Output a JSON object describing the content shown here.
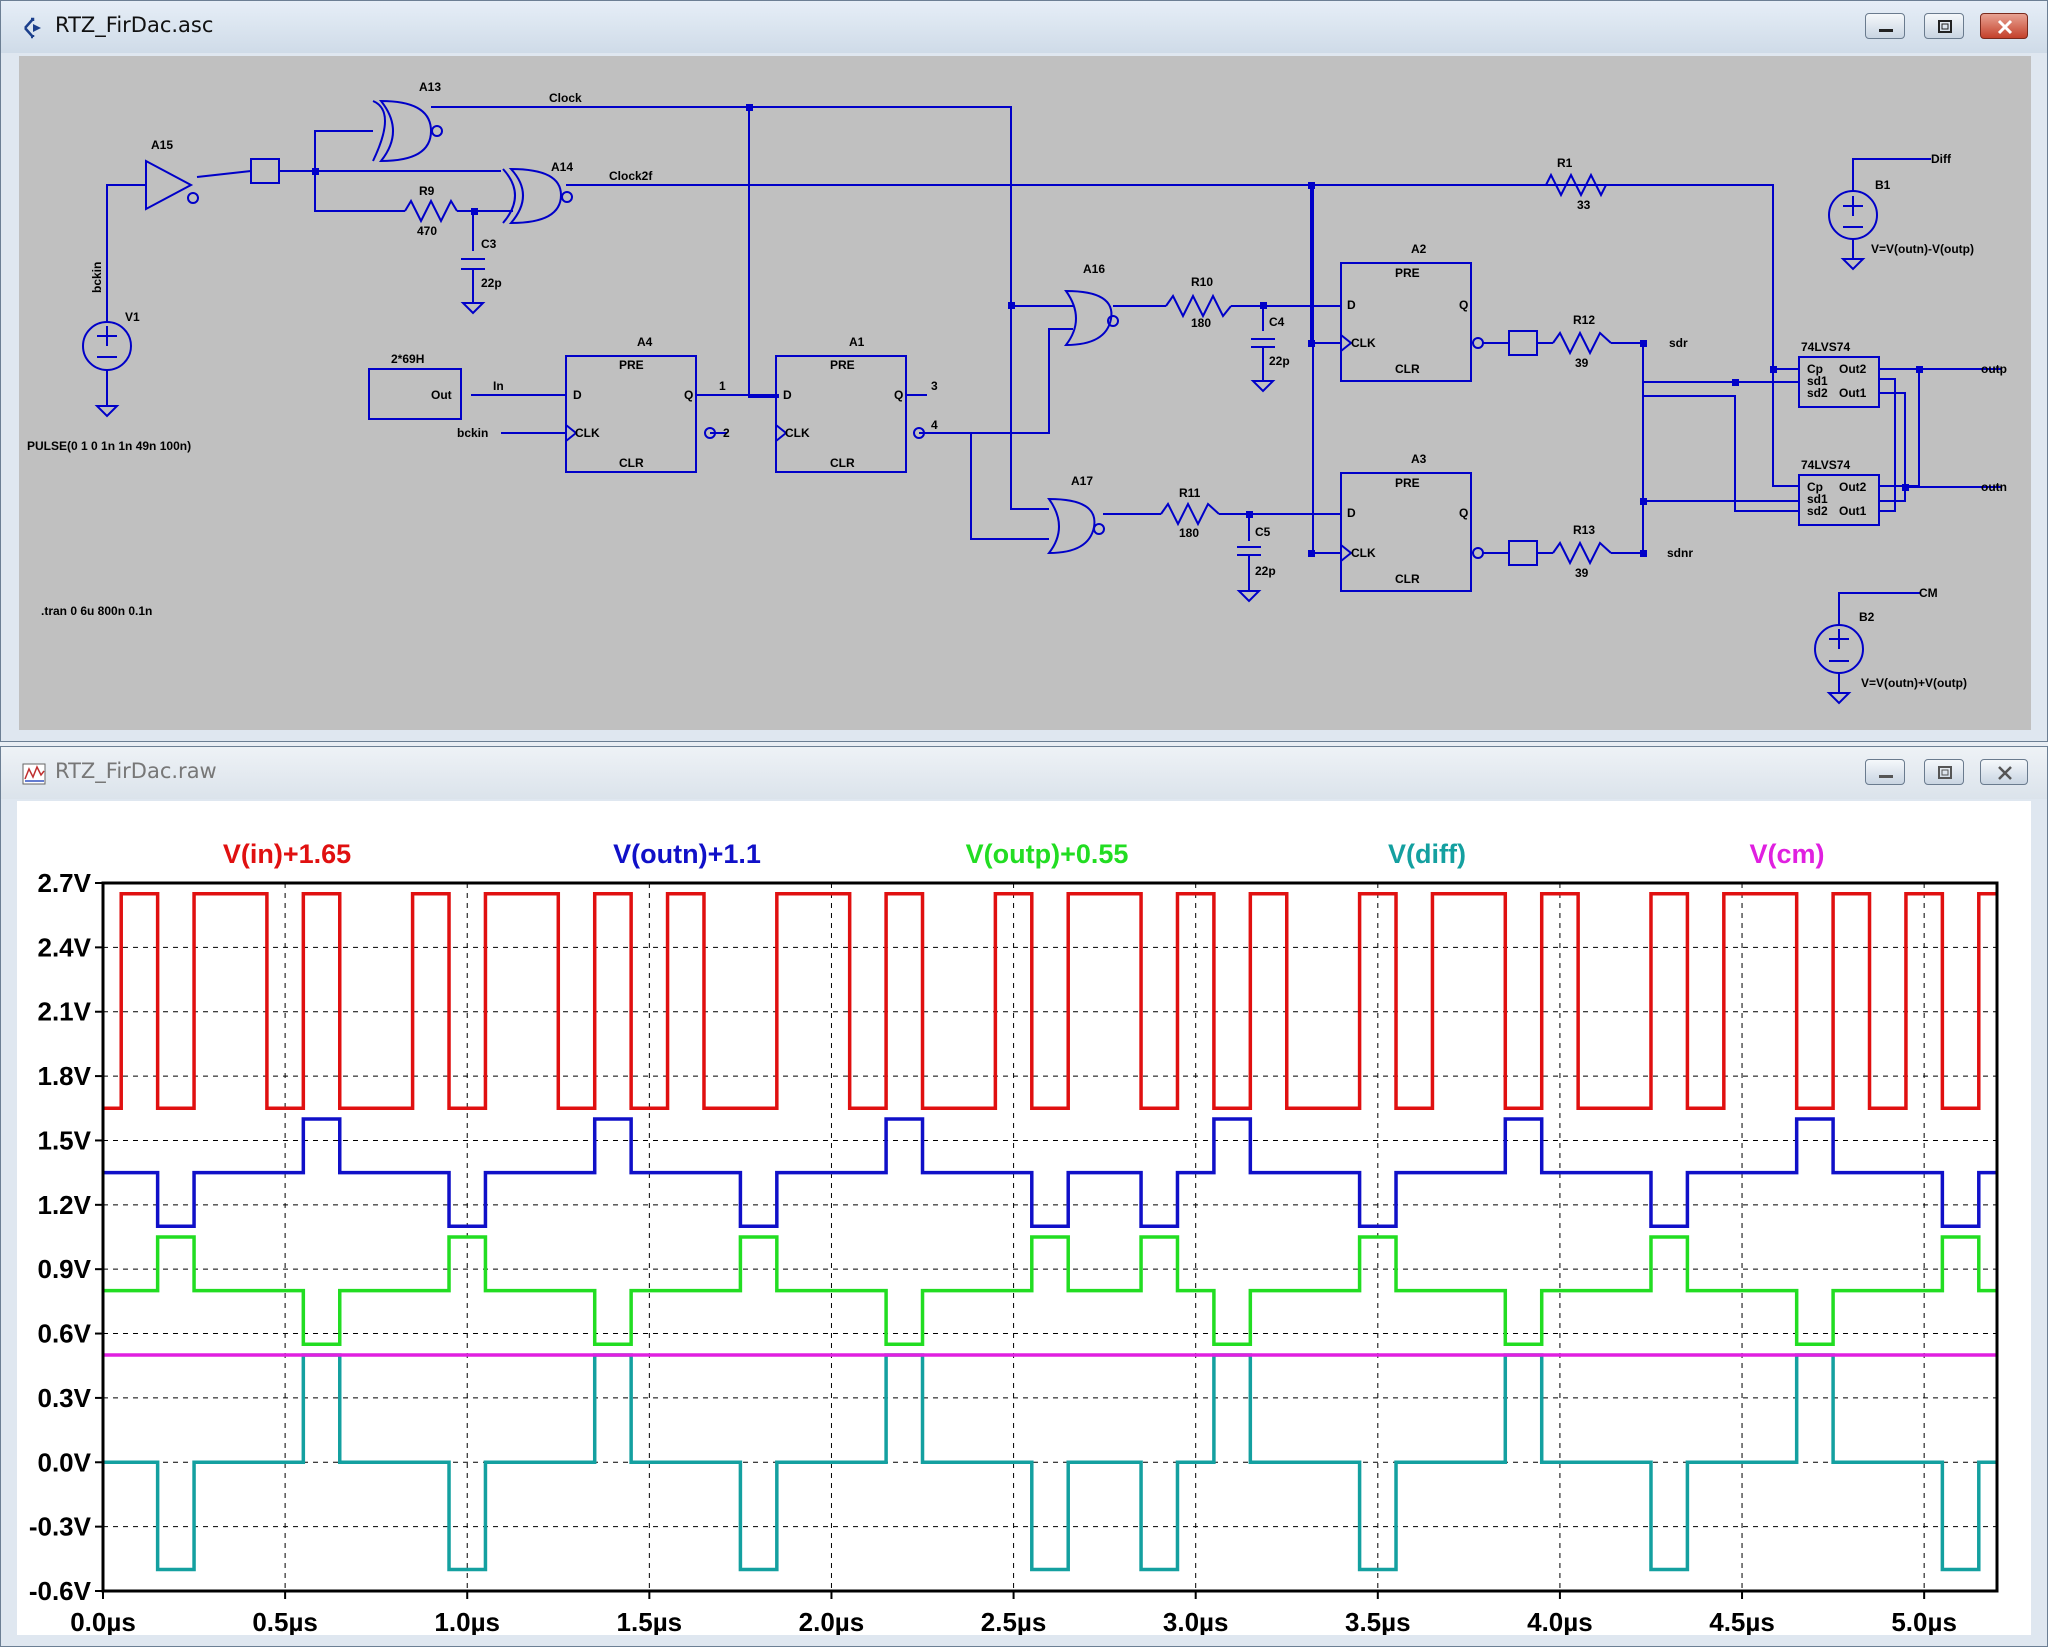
{
  "schematic_window": {
    "title": "RTZ_FirDac.asc",
    "title_icon": "ltspice-schematic-icon",
    "labels": {
      "a15": "A15",
      "a13": "A13",
      "a14": "A14",
      "a16": "A16",
      "a17": "A17",
      "a4": "A4",
      "a1": "A1",
      "a2": "A2",
      "a3": "A3",
      "clock": "Clock",
      "clock2f": "Clock2f",
      "r9": "R9",
      "r9_val": "470",
      "c3": "C3",
      "c3_val": "22p",
      "r10": "R10",
      "r10_val": "180",
      "c4": "C4",
      "c4_val": "22p",
      "r11": "R11",
      "r11_val": "180",
      "c5": "C5",
      "c5_val": "22p",
      "r12": "R12",
      "r12_val": "39",
      "r13": "R13",
      "r13_val": "39",
      "r1": "R1",
      "r1_val": "33",
      "v1": "V1",
      "bckin": "bckin",
      "pulse": "PULSE(0 1 0 1n 1n 49n 100n)",
      "gen": "2*69H",
      "out": "Out",
      "in": "In",
      "bckin2": "bckin",
      "pre": "PRE",
      "clr": "CLR",
      "d": "D",
      "q": "Q",
      "clk": "CLK",
      "n1": "1",
      "n2": "2",
      "n3": "3",
      "n4": "4",
      "sdr": "sdr",
      "sdnr": "sdnr",
      "ic1": "74LVS74",
      "ic2": "74LVS74",
      "cp": "Cp",
      "sd1": "sd1",
      "sd2": "sd2",
      "out1": "Out1",
      "out2": "Out2",
      "outp": "outp",
      "outn": "outn",
      "b1": "B1",
      "diff": "Diff",
      "b1_expr": "V=V(outn)-V(outp)",
      "b2": "B2",
      "cm": "CM",
      "b2_expr": "V=V(outn)+V(outp)",
      "tran": ".tran 0 6u 800n 0.1n"
    }
  },
  "waveform_window": {
    "title": "RTZ_FirDac.raw",
    "title_icon": "ltspice-waveform-icon"
  },
  "colors": {
    "wire": "#0000c8",
    "schematic_bg": "#c0c0c0",
    "in": "#e01010",
    "outn": "#1010c8",
    "outp": "#22dd22",
    "diff": "#14a0a0",
    "cm": "#e020e0"
  },
  "chart_data": {
    "type": "line",
    "xlabel": "",
    "ylabel": "",
    "x_unit": "µs",
    "y_unit": "V",
    "xlim": [
      0,
      5.2
    ],
    "ylim": [
      -0.6,
      2.7
    ],
    "xticks": [
      "0.0µs",
      "0.5µs",
      "1.0µs",
      "1.5µs",
      "2.0µs",
      "2.5µs",
      "3.0µs",
      "3.5µs",
      "4.0µs",
      "4.5µs",
      "5.0µs"
    ],
    "yticks": [
      "2.7V",
      "2.4V",
      "2.1V",
      "1.8V",
      "1.5V",
      "1.2V",
      "0.9V",
      "0.6V",
      "0.3V",
      "0.0V",
      "-0.3V",
      "-0.6V"
    ],
    "grid": true,
    "legend_placement": "top",
    "series": [
      {
        "name": "V(in)+1.65",
        "color": "#e01010",
        "steps": [
          [
            0,
            1.65
          ],
          [
            0.05,
            2.65
          ],
          [
            0.15,
            1.65
          ],
          [
            0.25,
            2.65
          ],
          [
            0.45,
            1.65
          ],
          [
            0.55,
            2.65
          ],
          [
            0.65,
            1.65
          ],
          [
            0.85,
            2.65
          ],
          [
            0.95,
            1.65
          ],
          [
            1.05,
            2.65
          ],
          [
            1.25,
            1.65
          ],
          [
            1.35,
            2.65
          ],
          [
            1.45,
            1.65
          ],
          [
            1.55,
            2.65
          ],
          [
            1.65,
            1.65
          ],
          [
            1.85,
            2.65
          ],
          [
            2.05,
            1.65
          ],
          [
            2.15,
            2.65
          ],
          [
            2.25,
            1.65
          ],
          [
            2.45,
            2.65
          ],
          [
            2.55,
            1.65
          ],
          [
            2.65,
            2.65
          ],
          [
            2.85,
            1.65
          ],
          [
            2.95,
            2.65
          ],
          [
            3.05,
            1.65
          ],
          [
            3.15,
            2.65
          ],
          [
            3.25,
            1.65
          ],
          [
            3.45,
            2.65
          ],
          [
            3.55,
            1.65
          ],
          [
            3.65,
            2.65
          ],
          [
            3.85,
            1.65
          ],
          [
            3.95,
            2.65
          ],
          [
            4.05,
            1.65
          ],
          [
            4.25,
            2.65
          ],
          [
            4.35,
            1.65
          ],
          [
            4.45,
            2.65
          ],
          [
            4.65,
            1.65
          ],
          [
            4.75,
            2.65
          ],
          [
            4.85,
            1.65
          ],
          [
            4.95,
            2.65
          ],
          [
            5.05,
            1.65
          ],
          [
            5.15,
            2.65
          ]
        ]
      },
      {
        "name": "V(outn)+1.1",
        "color": "#1010c8",
        "steps": [
          [
            0,
            1.35
          ],
          [
            0.15,
            1.1
          ],
          [
            0.25,
            1.35
          ],
          [
            0.55,
            1.6
          ],
          [
            0.65,
            1.35
          ],
          [
            0.95,
            1.1
          ],
          [
            1.05,
            1.35
          ],
          [
            1.35,
            1.6
          ],
          [
            1.45,
            1.35
          ],
          [
            1.75,
            1.1
          ],
          [
            1.85,
            1.35
          ],
          [
            2.15,
            1.6
          ],
          [
            2.25,
            1.35
          ],
          [
            2.55,
            1.1
          ],
          [
            2.65,
            1.35
          ],
          [
            2.85,
            1.1
          ],
          [
            2.95,
            1.35
          ],
          [
            3.05,
            1.6
          ],
          [
            3.15,
            1.35
          ],
          [
            3.45,
            1.1
          ],
          [
            3.55,
            1.35
          ],
          [
            3.85,
            1.6
          ],
          [
            3.95,
            1.35
          ],
          [
            4.25,
            1.1
          ],
          [
            4.35,
            1.35
          ],
          [
            4.65,
            1.6
          ],
          [
            4.75,
            1.35
          ],
          [
            5.05,
            1.1
          ],
          [
            5.15,
            1.35
          ]
        ]
      },
      {
        "name": "V(outp)+0.55",
        "color": "#22dd22",
        "steps": [
          [
            0,
            0.8
          ],
          [
            0.15,
            1.05
          ],
          [
            0.25,
            0.8
          ],
          [
            0.55,
            0.55
          ],
          [
            0.65,
            0.8
          ],
          [
            0.95,
            1.05
          ],
          [
            1.05,
            0.8
          ],
          [
            1.35,
            0.55
          ],
          [
            1.45,
            0.8
          ],
          [
            1.75,
            1.05
          ],
          [
            1.85,
            0.8
          ],
          [
            2.15,
            0.55
          ],
          [
            2.25,
            0.8
          ],
          [
            2.55,
            1.05
          ],
          [
            2.65,
            0.8
          ],
          [
            2.85,
            1.05
          ],
          [
            2.95,
            0.8
          ],
          [
            3.05,
            0.55
          ],
          [
            3.15,
            0.8
          ],
          [
            3.45,
            1.05
          ],
          [
            3.55,
            0.8
          ],
          [
            3.85,
            0.55
          ],
          [
            3.95,
            0.8
          ],
          [
            4.25,
            1.05
          ],
          [
            4.35,
            0.8
          ],
          [
            4.65,
            0.55
          ],
          [
            4.75,
            0.8
          ],
          [
            5.05,
            1.05
          ],
          [
            5.15,
            0.8
          ]
        ]
      },
      {
        "name": "V(diff)",
        "color": "#14a0a0",
        "steps": [
          [
            0,
            0
          ],
          [
            0.15,
            -0.5
          ],
          [
            0.25,
            0
          ],
          [
            0.55,
            0.5
          ],
          [
            0.65,
            0
          ],
          [
            0.95,
            -0.5
          ],
          [
            1.05,
            0
          ],
          [
            1.35,
            0.5
          ],
          [
            1.45,
            0
          ],
          [
            1.75,
            -0.5
          ],
          [
            1.85,
            0
          ],
          [
            2.15,
            0.5
          ],
          [
            2.25,
            0
          ],
          [
            2.55,
            -0.5
          ],
          [
            2.65,
            0
          ],
          [
            2.85,
            -0.5
          ],
          [
            2.95,
            0
          ],
          [
            3.05,
            0.5
          ],
          [
            3.15,
            0
          ],
          [
            3.45,
            -0.5
          ],
          [
            3.55,
            0
          ],
          [
            3.85,
            0.5
          ],
          [
            3.95,
            0
          ],
          [
            4.25,
            -0.5
          ],
          [
            4.35,
            0
          ],
          [
            4.65,
            0.5
          ],
          [
            4.75,
            0
          ],
          [
            5.05,
            -0.5
          ],
          [
            5.15,
            0
          ]
        ]
      },
      {
        "name": "V(cm)",
        "color": "#e020e0",
        "steps": [
          [
            0,
            0.5
          ]
        ]
      }
    ]
  }
}
